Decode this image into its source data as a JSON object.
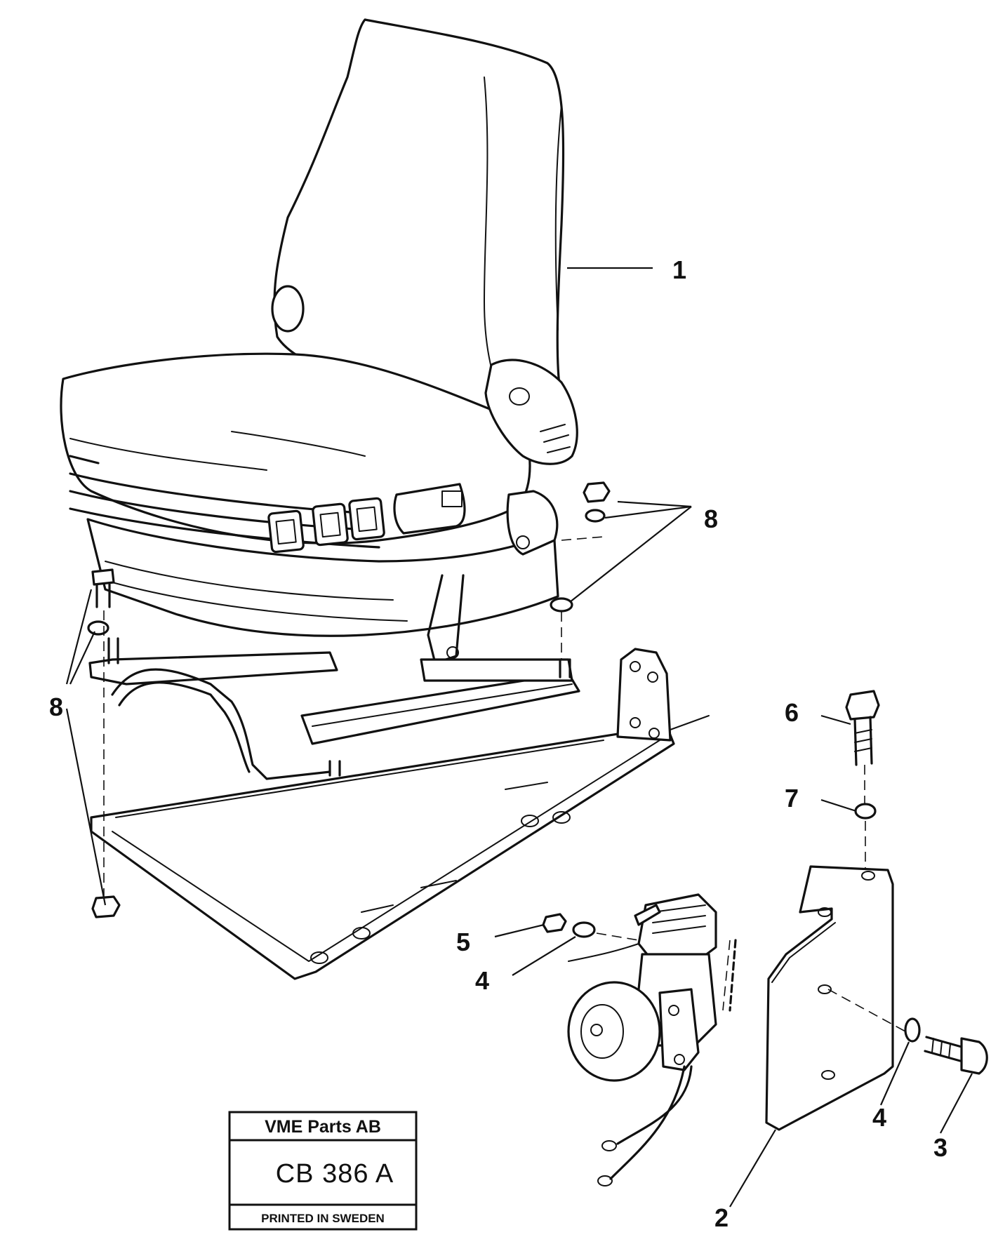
{
  "callouts": {
    "c1": "1",
    "c2": "2",
    "c3": "3",
    "c4a": "4",
    "c4b": "4",
    "c5": "5",
    "c6": "6",
    "c7": "7",
    "c8a": "8",
    "c8b": "8"
  },
  "title_block": {
    "company": "VME Parts AB",
    "code": "CB 386 A",
    "printed": "PRINTED IN SWEDEN"
  },
  "colors": {
    "line": "#111111",
    "background": "#ffffff"
  }
}
